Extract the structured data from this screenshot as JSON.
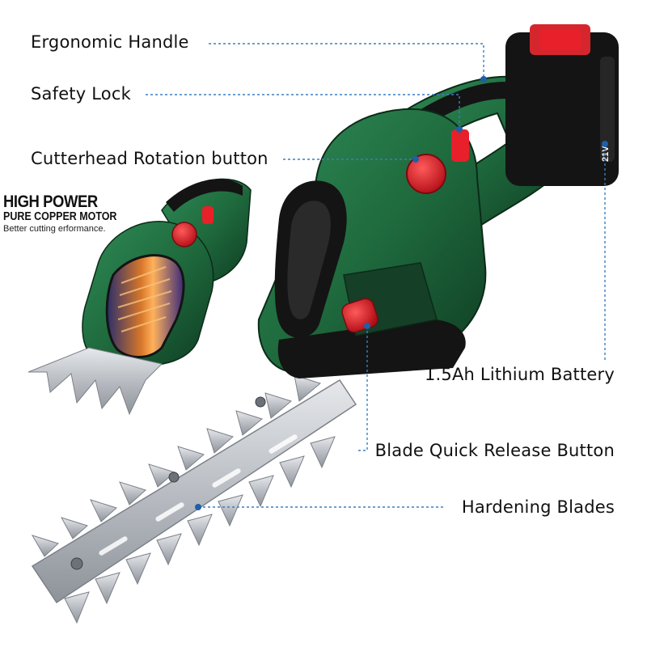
{
  "callouts": {
    "ergonomic_handle": "Ergonomic Handle",
    "safety_lock": "Safety Lock",
    "cutterhead_rotation": "Cutterhead Rotation button",
    "battery": "1.5Ah Lithium Battery",
    "blade_release": "Blade Quick Release Button",
    "hardening_blades": "Hardening Blades"
  },
  "promo": {
    "title": "HIGH POWER",
    "subtitle": "PURE COPPER MOTOR",
    "note": "Better cutting erformance."
  },
  "battery_badge": "21V",
  "colors": {
    "body_green": "#1f6b3e",
    "dark_green": "#0f3d22",
    "accent_red": "#e8202a",
    "grip_black": "#141414",
    "blade_steel": "#c9ccd1",
    "leader_blue": "#3a7fc1"
  }
}
